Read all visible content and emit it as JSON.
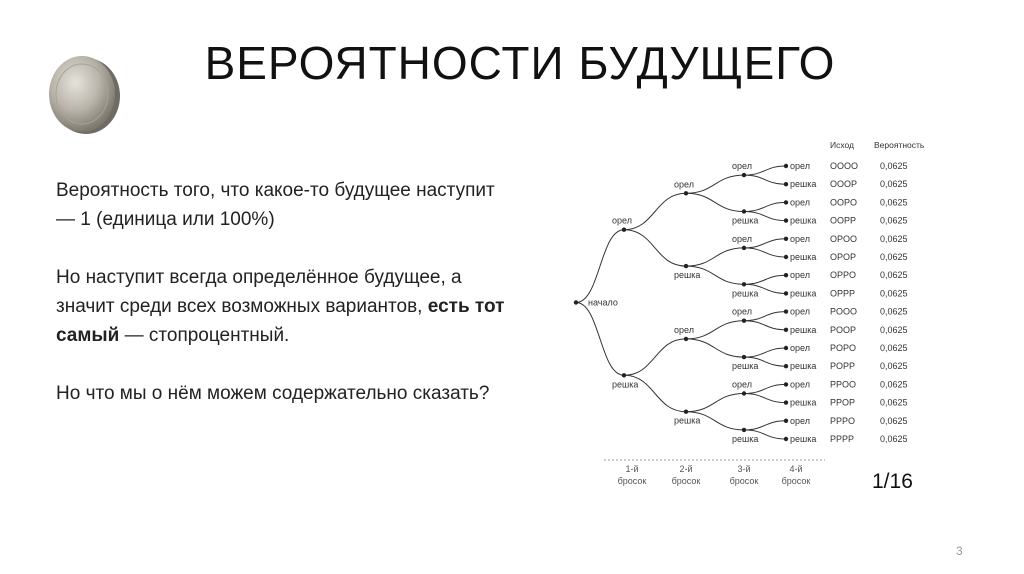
{
  "title": "ВЕРОЯТНОСТИ БУДУЩЕГО",
  "paragraphs": {
    "p1": "Вероятность того, что какое-то будущее наступит — 1 (единица или 100%)",
    "p2_before": "Но наступит всегда определённое будущее, а значит среди всех возможных вариантов, ",
    "p2_bold": "есть тот самый",
    "p2_after": " — стопроцентный.",
    "p3": "Но что мы о нём можем содержательно сказать?"
  },
  "tree": {
    "root_label": "начало",
    "heads": "орел",
    "tails": "решка",
    "header_outcome": "Исход",
    "header_probability": "Вероятность",
    "outcomes": [
      "OOOO",
      "OOOP",
      "OOPO",
      "OOPP",
      "OPOO",
      "OPOP",
      "OPPO",
      "OPPP",
      "POOO",
      "POOP",
      "POPO",
      "POPP",
      "PPOO",
      "PPOP",
      "PPPO",
      "PPPP"
    ],
    "probability": "0,0625",
    "tosses": [
      {
        "num": "1-й",
        "word": "бросок"
      },
      {
        "num": "2-й",
        "word": "бросок"
      },
      {
        "num": "3-й",
        "word": "бросок"
      },
      {
        "num": "4-й",
        "word": "бросок"
      }
    ]
  },
  "fraction": "1/16",
  "page_number": "3",
  "colors": {
    "text": "#1a1a1a",
    "muted": "#9a9a9a",
    "coin": "#b8b4aa"
  }
}
